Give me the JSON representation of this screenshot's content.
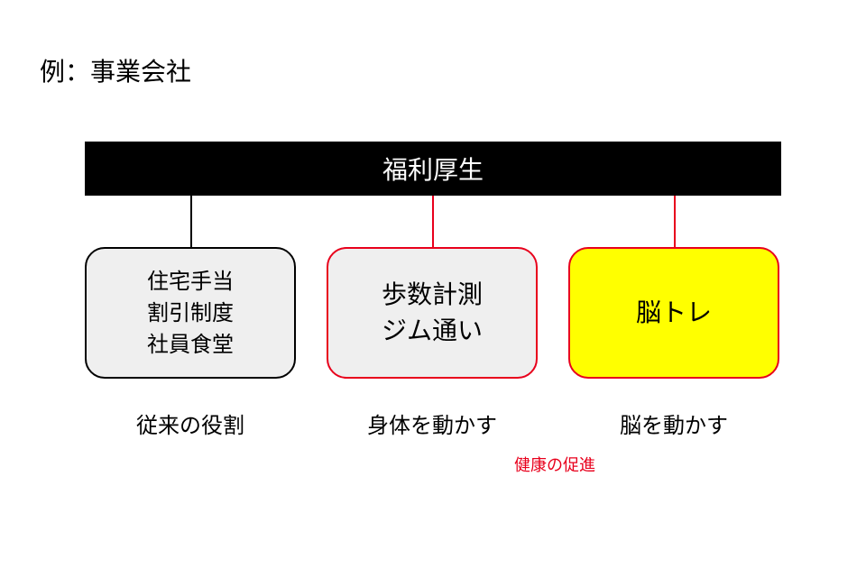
{
  "example_label": "例：事業会社",
  "header": {
    "title": "福利厚生"
  },
  "boxes": [
    {
      "lines": [
        "住宅手当",
        "割引制度",
        "社員食堂"
      ],
      "caption": "従来の役割"
    },
    {
      "lines": [
        "歩数計測",
        "ジム通い"
      ],
      "caption": "身体を動かす"
    },
    {
      "lines": [
        "脳トレ"
      ],
      "caption": "脳を動かす"
    }
  ],
  "sub_note": "健康の促進",
  "colors": {
    "accent_red": "#e8001c",
    "highlight_yellow": "#ffff00",
    "box_gray": "#efefef",
    "header_black": "#000000"
  }
}
